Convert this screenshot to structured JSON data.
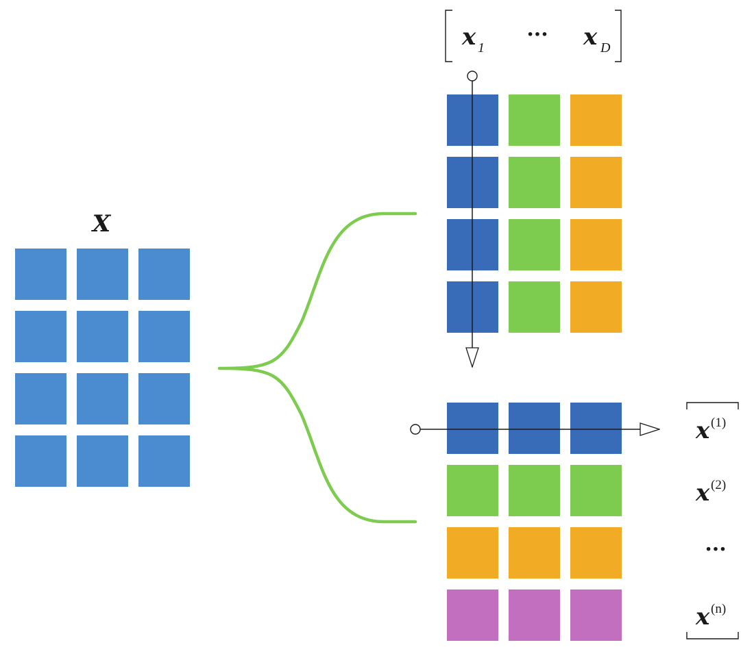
{
  "matrix_label": "X",
  "columns_label": {
    "first": "x",
    "first_sub": "1",
    "ellipsis": "···",
    "last": "x",
    "last_sub": "D"
  },
  "rows_labels": [
    {
      "base": "x",
      "sup": "(1)"
    },
    {
      "base": "x",
      "sup": "(2)"
    },
    {
      "ellipsis": "···"
    },
    {
      "base": "x",
      "sup": "(n)"
    }
  ],
  "colors": {
    "matrix": "#4a8ccf",
    "col1": "#386bb8",
    "col2": "#7dcb4f",
    "col3": "#f2ab24",
    "row4": "#c36fc0",
    "brace": "#7dcb4f",
    "line": "#1a1a1a"
  },
  "grids": {
    "left": {
      "rows": 4,
      "cols": 3
    },
    "top_right": {
      "rows": 4,
      "cols": 3,
      "color_mode": "by-column"
    },
    "bottom_right": {
      "rows": 4,
      "cols": 3,
      "color_mode": "by-row"
    }
  }
}
